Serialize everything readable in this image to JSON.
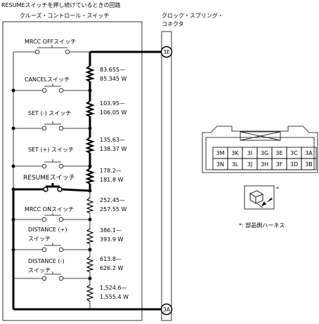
{
  "title": "RESUMEスイッチを押し続けているときの回路",
  "left_box_label": "クルーズ・コントロール・スイッチ",
  "right_box_label_line1": "クロック・スプリング・",
  "right_box_label_line2": "コネクタ",
  "terminals": {
    "top": "3E",
    "bottom": "3A"
  },
  "switches": [
    {
      "label_line1": "MRCC OFFスイッチ",
      "label_line2": ""
    },
    {
      "label_line1": "CANCELスイッチ",
      "label_line2": ""
    },
    {
      "label_line1": "SET (-) スイッチ",
      "label_line2": ""
    },
    {
      "label_line1": "SET (+) スイッチ",
      "label_line2": ""
    },
    {
      "label_line1": "RESUMEスイッチ",
      "label_line2": ""
    },
    {
      "label_line1": "MRCC ONスイッチ",
      "label_line2": ""
    },
    {
      "label_line1": "DISTANCE (+)",
      "label_line2": "スイッチ"
    },
    {
      "label_line1": "DISTANCE (-)",
      "label_line2": "スイッチ"
    }
  ],
  "resistors": [
    {
      "line1": "83.655—",
      "line2": "85.345 W"
    },
    {
      "line1": "103.95—",
      "line2": "106.05 W"
    },
    {
      "line1": "135.63—",
      "line2": "138.37 W"
    },
    {
      "line1": "178.2—",
      "line2": "181.8 W"
    },
    {
      "line1": "252.45—",
      "line2": "257.55 W"
    },
    {
      "line1": "386.1—",
      "line2": "393.9 W"
    },
    {
      "line1": "613.8—",
      "line2": "626.2 W"
    },
    {
      "line1": "1,524.6—",
      "line2": "1,555.4 W"
    }
  ],
  "connector_pins": {
    "row1": [
      "3M",
      "3K",
      "3I",
      "3G",
      "3E",
      "3C",
      "3A"
    ],
    "row2": [
      "3N",
      "3L",
      "3J",
      "3H",
      "3F",
      "3D",
      "3B"
    ]
  },
  "harness_asterisk": "*",
  "harness_note": "*: 部品側ハーネス"
}
